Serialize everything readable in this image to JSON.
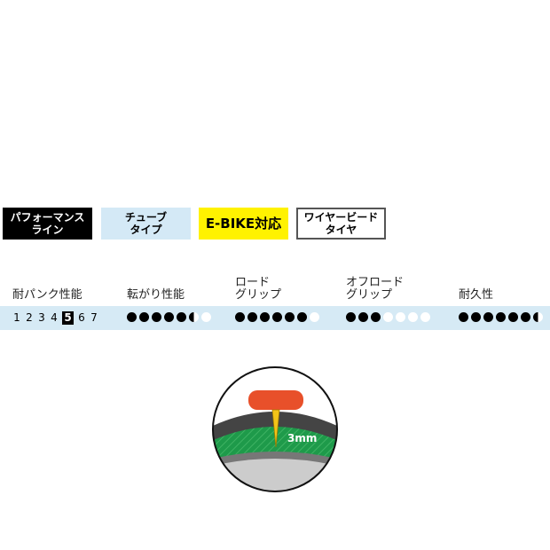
{
  "badges": [
    {
      "label": "パフォーマンス\nライン"
    },
    {
      "label": "チューブ\nタイプ"
    },
    {
      "label": "E-BIKE対応"
    },
    {
      "label": "ワイヤービード\nタイヤ"
    }
  ],
  "ratings": {
    "puncture": {
      "label": "耐パンク性能",
      "scale": [
        "1",
        "2",
        "3",
        "4",
        "5",
        "6",
        "7"
      ],
      "value": 5
    },
    "rolling": {
      "label": "転がり性能",
      "value": 5.5,
      "max": 7
    },
    "road_grip": {
      "label": "ロード\nグリップ",
      "value": 6,
      "max": 7
    },
    "offroad_grip": {
      "label": "オフロード\nグリップ",
      "value": 3,
      "max": 7
    },
    "durability": {
      "label": "耐久性",
      "value": 6.5,
      "max": 7
    }
  },
  "diagram": {
    "thickness_label": "3mm"
  },
  "colors": {
    "band": "#d6eaf5",
    "ebike": "#fff200",
    "tube": "#d4e9f6",
    "protection": "#1e9a4a",
    "pin": "#e8502a"
  }
}
